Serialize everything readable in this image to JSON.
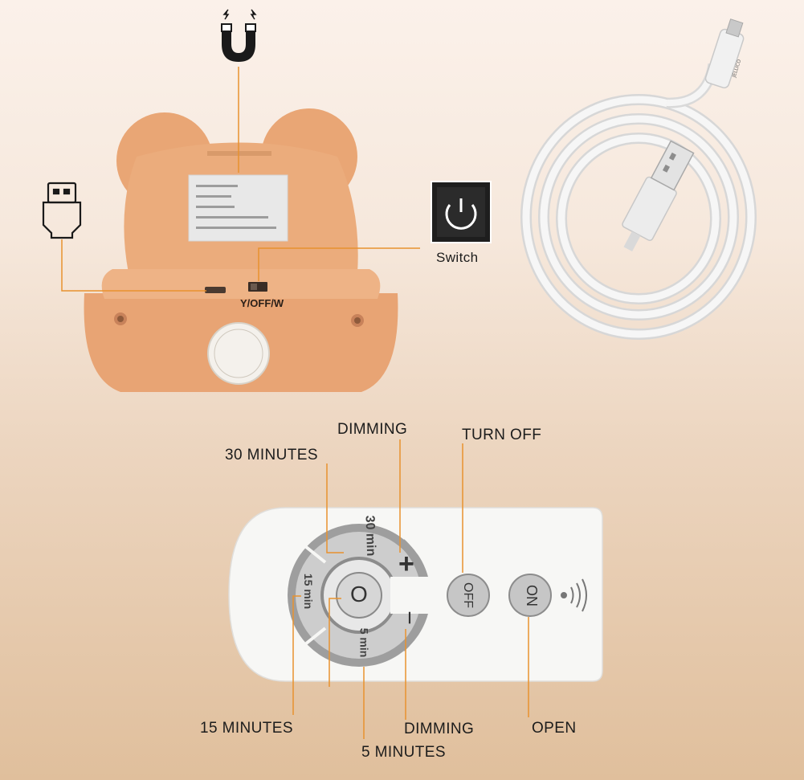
{
  "device_panel": {
    "switch_positions_label": "Y/OFF/W"
  },
  "switch_callout": {
    "label": "Switch",
    "icon": "power-icon"
  },
  "icons": {
    "magnet": "magnet-icon",
    "usb_plug": "usb-plug-icon",
    "cable": "usb-cable",
    "cable_brand": "JELLICO"
  },
  "remote": {
    "buttons": {
      "timer_30": "30 min",
      "timer_15": "15 min",
      "timer_5": "5 min",
      "center": "O",
      "plus": "+",
      "minus": "−",
      "off": "OFF",
      "on": "ON"
    },
    "labels": {
      "dimming_top": "DIMMING",
      "turn_off": "TURN OFF",
      "thirty_minutes": "30 MINUTES",
      "fifteen_minutes": "15 MINUTES",
      "dimming_bottom": "DIMMING",
      "open": "OPEN",
      "five_minutes": "5 MINUTES"
    }
  },
  "colors": {
    "leader_line": "#e8922e",
    "device_body": "#ebac7c",
    "remote_body": "#f7f7f5"
  }
}
